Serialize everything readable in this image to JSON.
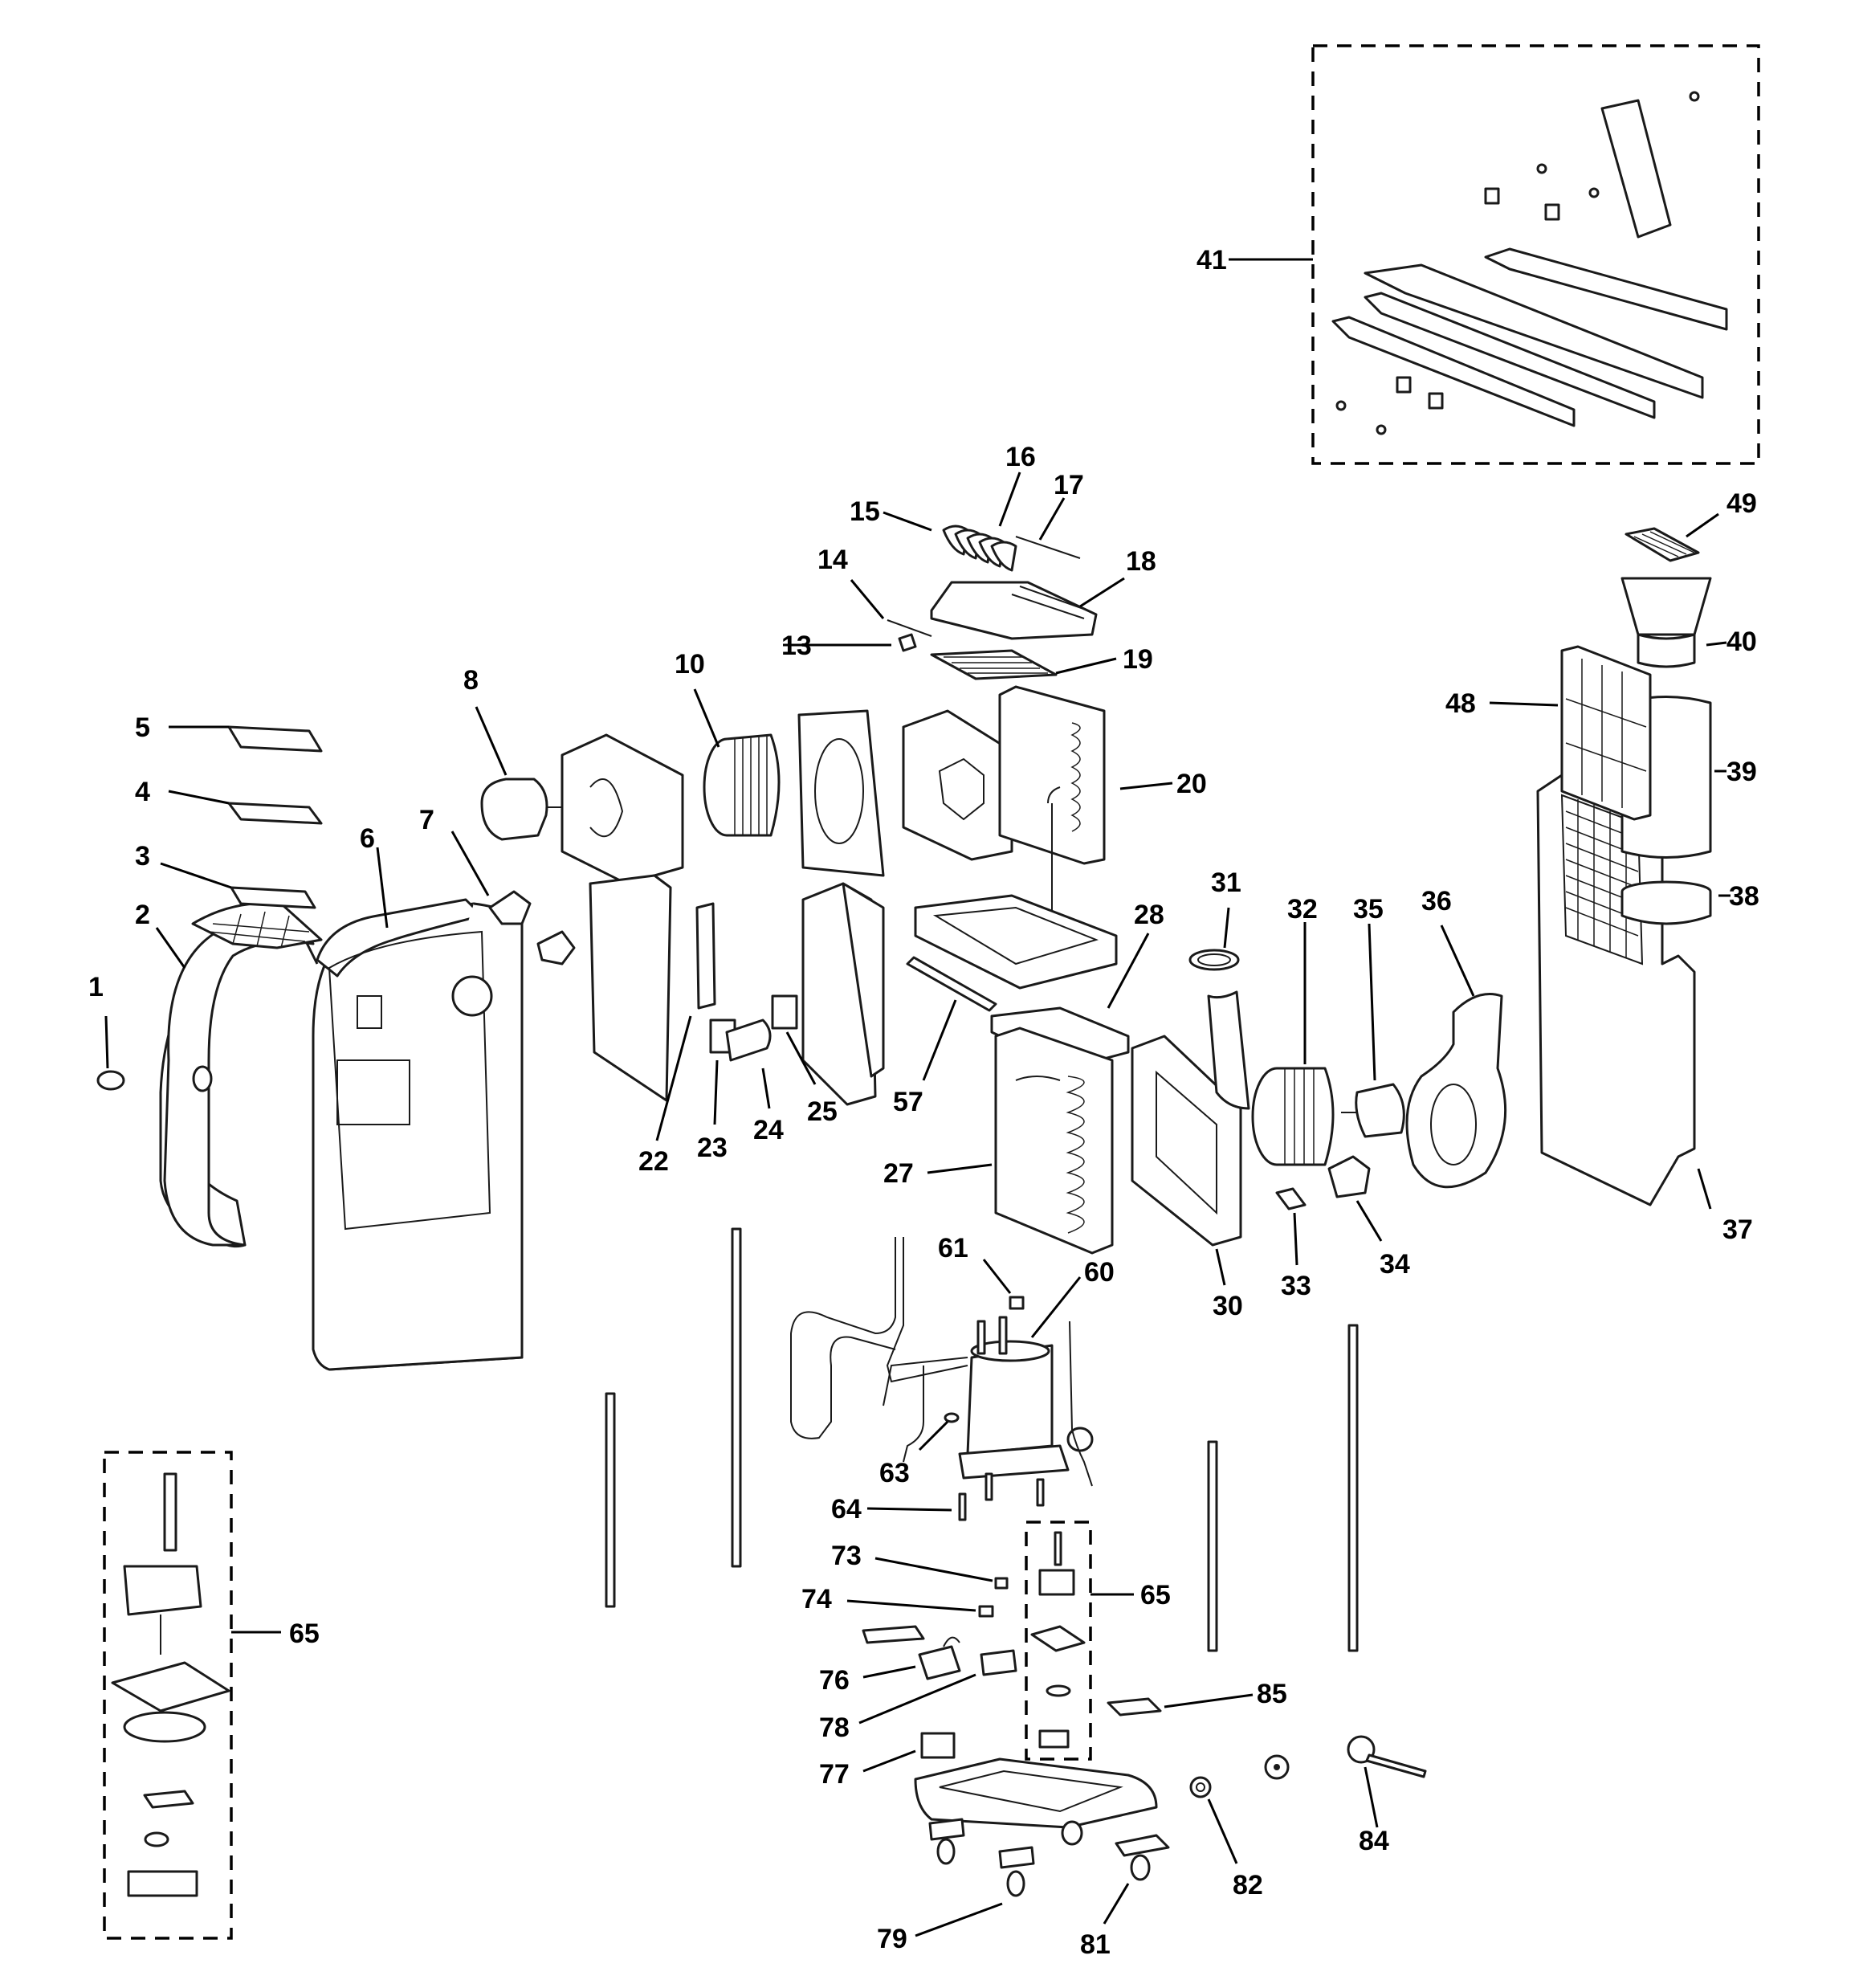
{
  "callouts": {
    "c1": "1",
    "c2": "2",
    "c3": "3",
    "c4": "4",
    "c5": "5",
    "c6": "6",
    "c7": "7",
    "c8": "8",
    "c10": "10",
    "c13": "13",
    "c14": "14",
    "c15": "15",
    "c16": "16",
    "c17": "17",
    "c18": "18",
    "c19": "19",
    "c20": "20",
    "c22": "22",
    "c23": "23",
    "c24": "24",
    "c25": "25",
    "c27": "27",
    "c28": "28",
    "c30": "30",
    "c31": "31",
    "c32": "32",
    "c33": "33",
    "c34": "34",
    "c35": "35",
    "c36": "36",
    "c37": "37",
    "c38": "38",
    "c39": "39",
    "c40": "40",
    "c41": "41",
    "c48": "48",
    "c49": "49",
    "c57": "57",
    "c60": "60",
    "c61": "61",
    "c63": "63",
    "c64": "64",
    "c65a": "65",
    "c65b": "65",
    "c73": "73",
    "c74": "74",
    "c76": "76",
    "c77": "77",
    "c78": "78",
    "c79": "79",
    "c81": "81",
    "c82": "82",
    "c84": "84",
    "c85": "85"
  },
  "colors": {
    "line": "#1a1a1a",
    "background": "#ffffff"
  }
}
